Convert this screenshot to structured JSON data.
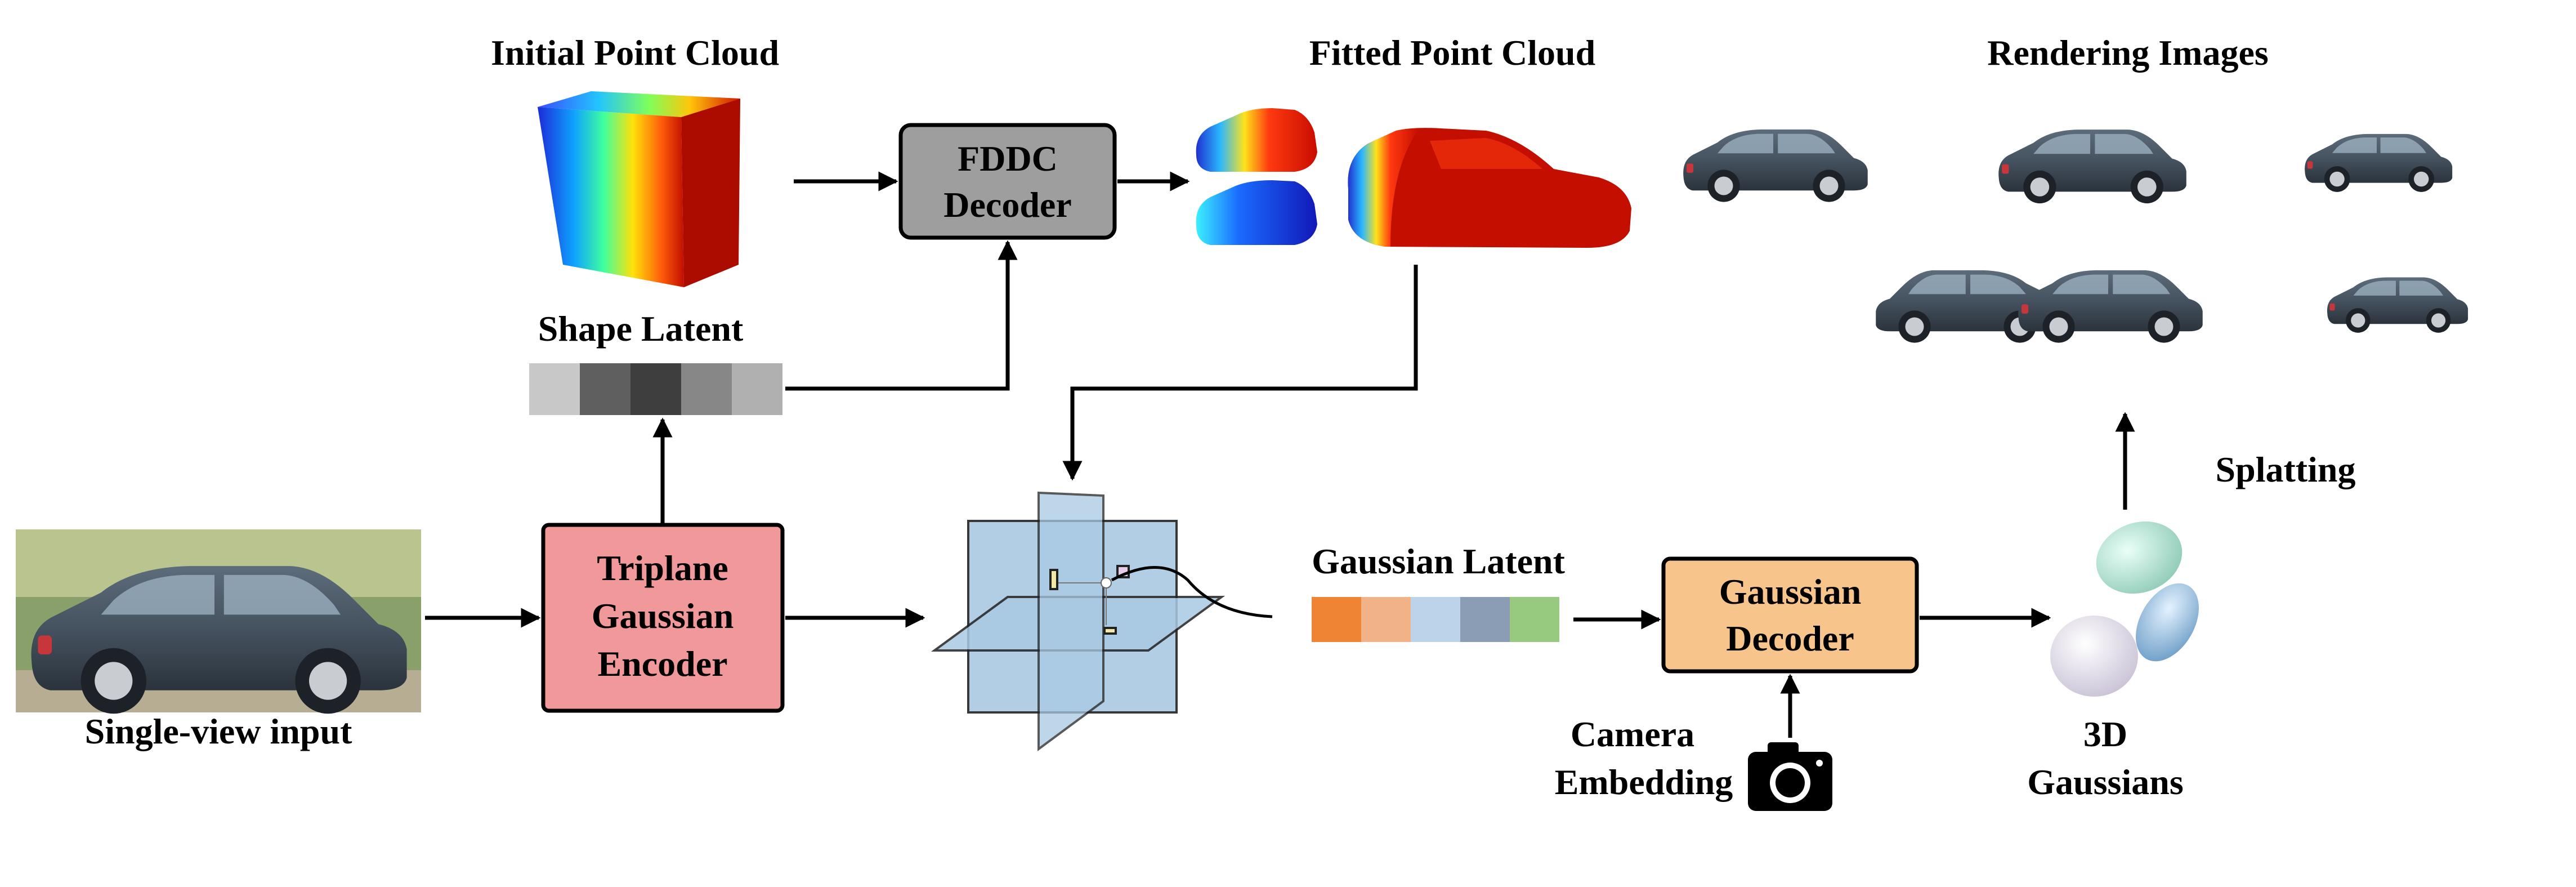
{
  "labels": {
    "initial_point_cloud": "Initial Point Cloud",
    "fitted_point_cloud": "Fitted Point Cloud",
    "rendering_images": "Rendering Images",
    "shape_latent": "Shape Latent",
    "single_view_input": "Single-view input",
    "gaussian_latent": "Gaussian Latent",
    "splatting": "Splatting",
    "camera_embedding_line1": "Camera",
    "camera_embedding_line2": "Embedding",
    "gaussians_line1": "3D",
    "gaussians_line2": "Gaussians"
  },
  "boxes": {
    "fddc_line1": "FDDC",
    "fddc_line2": "Decoder",
    "triplane_line1": "Triplane",
    "triplane_line2": "Gaussian",
    "triplane_line3": "Encoder",
    "gaussian_decoder_line1": "Gaussian",
    "gaussian_decoder_line2": "Decoder"
  },
  "colors": {
    "fddc_box": "#9e9e9e",
    "triplane_box": "#f0989a",
    "gaussian_decoder_box": "#f7c48c",
    "triplane_planes": "#a9c9e3",
    "car_body": "#4a5866",
    "shape_latent_cells": [
      "#c8c8c8",
      "#5f5f5f",
      "#3e3e3e",
      "#878787",
      "#b0b0b0"
    ],
    "gaussian_latent_cells": [
      "#ee8434",
      "#f2b287",
      "#bcd4ea",
      "#8a9db5",
      "#97c97e"
    ],
    "gaussian_blobs": [
      "#b5e0d2",
      "#8fb8d8",
      "#ece8f2"
    ]
  },
  "icons": {
    "camera": "camera-icon",
    "input_photo": "car-photo",
    "point_cloud_cube": "cube-pointcloud",
    "fitted_clouds": "car-pointcloud",
    "renders": "car-render"
  }
}
